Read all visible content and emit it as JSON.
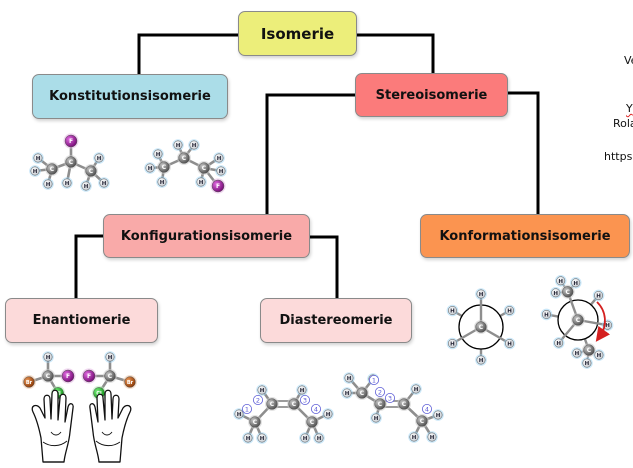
{
  "nodes": {
    "isomerie": "Isomerie",
    "konstitution": "Konstitutionsisomerie",
    "stereo": "Stereoisomerie",
    "konfiguration": "Konfigurationsisomerie",
    "konformation": "Konformationsisomerie",
    "enantio": "Enantiomerie",
    "diastereo": "Diastereomerie"
  },
  "atoms": {
    "h": "H",
    "c": "C",
    "f": "F",
    "br": "Br",
    "cl": "Cl"
  },
  "carbon_numbers": [
    "1",
    "2",
    "3",
    "4"
  ],
  "side_text": {
    "line1": "Ve",
    "line2": "Y",
    "line3": "Rola",
    "line4": "https"
  },
  "colors": {
    "isomerie": "#ecee7a",
    "konstitution": "#abdde8",
    "stereo": "#fb7b7b",
    "konfiguration": "#f9aaa9",
    "konformation": "#fb9450",
    "enantio_diastereo": "#fcdada",
    "connector": "#000000",
    "hydrogen": "#e8ebef",
    "hydrogen_glow": "#9fd3f3",
    "carbon": "#7d7d7d",
    "fluorine": "#a716a7",
    "bromine": "#c05a15",
    "chlorine": "#26c32d",
    "carbon_number": "#5b5bd6",
    "rotation_arrow": "#d42020"
  }
}
